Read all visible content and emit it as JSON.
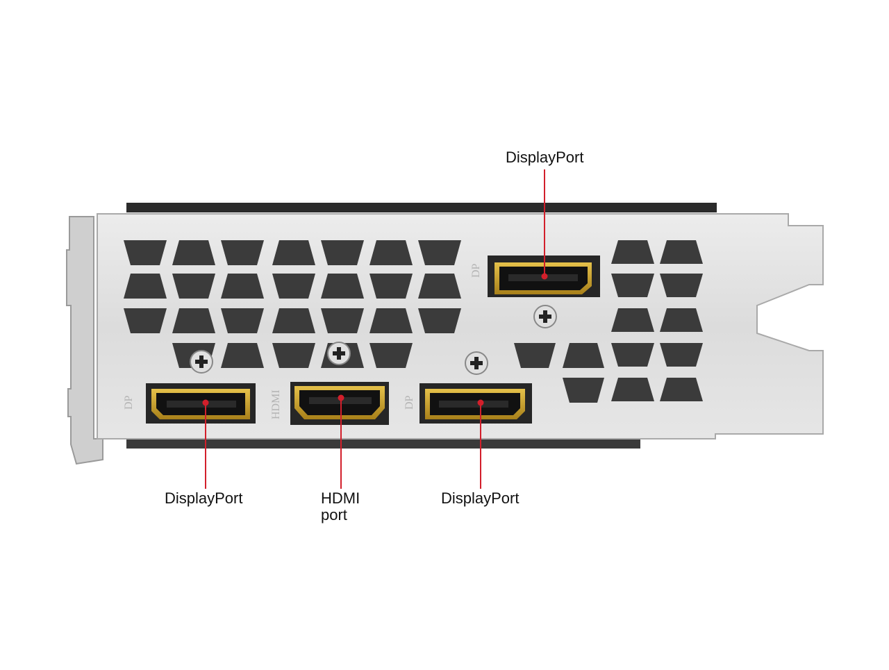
{
  "callouts": {
    "top_displayport": "DisplayPort",
    "bottom_left_displayport": "DisplayPort",
    "hdmi_line1": "HDMI",
    "hdmi_line2": "port",
    "bottom_right_displayport": "DisplayPort"
  },
  "bracket_marks": {
    "dp_top": "DP",
    "dp_left": "DP",
    "hdmi": "HDMI",
    "dp_right": "DP"
  },
  "colors": {
    "callout_line": "#d21f2b",
    "bracket": "#d9d9d9",
    "connector_gold": "#c9a227",
    "connector_body": "#1a1a1a"
  }
}
